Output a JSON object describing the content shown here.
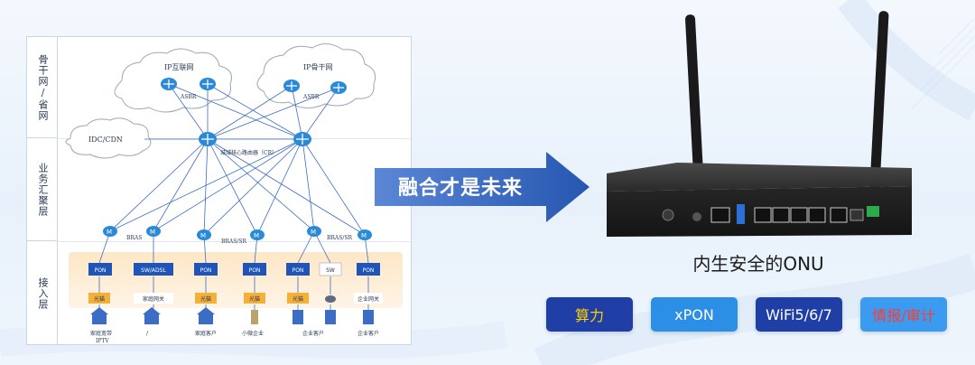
{
  "diagram": {
    "layers": [
      "骨干网/省网",
      "业务汇聚层",
      "接入层"
    ],
    "clouds": {
      "ip_internet": "IP互联网",
      "ip_backbone": "IP骨干网",
      "idc": "IDC/CDN"
    },
    "asbr_label": "ASBR",
    "core_router_label": "城域核心路由器（CR）",
    "bras_labels": [
      "BRAS",
      "BRAS/SR",
      "BRAS/SR"
    ],
    "access_nodes": [
      "PON",
      "SW/ADSL",
      "PON",
      "PON",
      "PON",
      "SW",
      "PON"
    ],
    "terminals": [
      "光猫",
      "家庭网关",
      "光猫",
      "光猫",
      "光猫",
      "企业网关"
    ],
    "customers": [
      "家庭宽带",
      "IPTV",
      "/",
      "家庭客户",
      "小微企业",
      "企业客户",
      "企业客户"
    ]
  },
  "banner": {
    "text": "融合才是未来"
  },
  "product": {
    "title": "内生安全的ONU"
  },
  "features": [
    {
      "label": "算力",
      "bg": "#1f3fa6",
      "color": "#ffd100"
    },
    {
      "label": "xPON",
      "bg": "#2b8fe6",
      "color": "#ffffff"
    },
    {
      "label": "WiFi5/6/7",
      "bg": "#1f3fa6",
      "color": "#ffffff"
    },
    {
      "label": "情报/审计",
      "bg": "#3a9bf0",
      "color": "#ff3b30"
    }
  ],
  "colors": {
    "arrow_start": "#3d6fc7",
    "arrow_end": "#2656b0",
    "router": "#2a8ad6",
    "link": "#3b6dc4",
    "pon_box": "#1f55b8",
    "modem_box": "#f4b13a"
  }
}
